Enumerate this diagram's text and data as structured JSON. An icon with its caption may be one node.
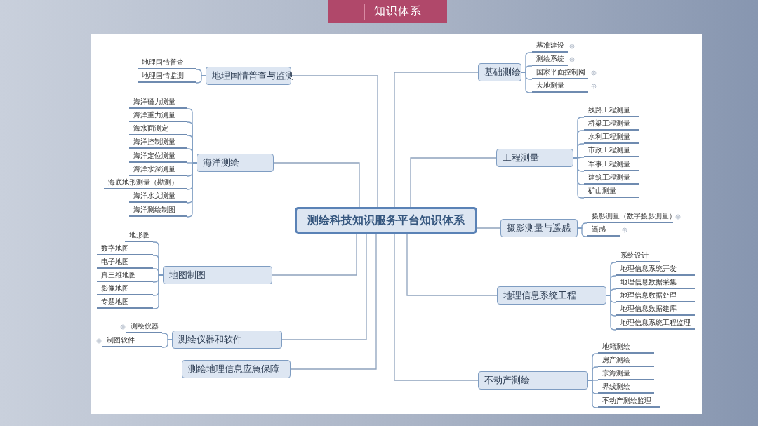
{
  "diagram": {
    "title": "知识体系",
    "nodes": [
      {
        "text": [
          "测绘科技知识服务平台知识体系"
        ]
      },
      {
        "text": [
          "地理国情普查与监测"
        ]
      },
      {
        "text": [
          "地理国情普查"
        ]
      },
      {
        "text": [
          "地理国情监测"
        ]
      },
      {
        "text": [
          "海洋测绘"
        ]
      },
      {
        "text": [
          "海洋磁力测量"
        ]
      },
      {
        "text": [
          "海洋重力测量"
        ]
      },
      {
        "text": [
          "海水面测定"
        ]
      },
      {
        "text": [
          "海洋控制测量"
        ]
      },
      {
        "text": [
          "海洋定位测量"
        ]
      },
      {
        "text": [
          "海洋水深测量"
        ]
      },
      {
        "text": [
          "海底地形测量（勘测）"
        ]
      },
      {
        "text": [
          "海洋水文测量"
        ]
      },
      {
        "text": [
          "海洋测绘制图"
        ]
      },
      {
        "text": [
          "地图制图"
        ]
      },
      {
        "text": [
          "地形图"
        ]
      },
      {
        "text": [
          "数字地图"
        ]
      },
      {
        "text": [
          "电子地图"
        ]
      },
      {
        "text": [
          "真三维地图"
        ]
      },
      {
        "text": [
          "影像地图"
        ]
      },
      {
        "text": [
          "专题地图"
        ]
      },
      {
        "text": [
          "测绘仪器和软件"
        ]
      },
      {
        "text": [
          "测绘仪器"
        ]
      },
      {
        "text": [
          "制图软件"
        ]
      },
      {
        "text": [
          "测绘地理信息应急保障"
        ]
      },
      {
        "text": [
          "基础测绘"
        ]
      },
      {
        "text": [
          "基准建设"
        ]
      },
      {
        "text": [
          "测绘系统"
        ]
      },
      {
        "text": [
          "国家平面控制网"
        ]
      },
      {
        "text": [
          "大地测量"
        ]
      },
      {
        "text": [
          "工程测量"
        ]
      },
      {
        "text": [
          "线路工程测量"
        ]
      },
      {
        "text": [
          "桥梁工程测量"
        ]
      },
      {
        "text": [
          "水利工程测量"
        ]
      },
      {
        "text": [
          "市政工程测量"
        ]
      },
      {
        "text": [
          "军事工程测量"
        ]
      },
      {
        "text": [
          "建筑工程测量"
        ]
      },
      {
        "text": [
          "矿山测量"
        ]
      },
      {
        "text": [
          "摄影测量与遥感"
        ]
      },
      {
        "text": [
          "摄影测量（数字摄影测量）"
        ]
      },
      {
        "text": [
          "遥感"
        ]
      },
      {
        "text": [
          "地理信息系统工程"
        ]
      },
      {
        "text": [
          "系统设计"
        ]
      },
      {
        "text": [
          "地理信息系统开发"
        ]
      },
      {
        "text": [
          "地理信息数据采集"
        ]
      },
      {
        "text": [
          "地理信息数据处理"
        ]
      },
      {
        "text": [
          "地理信息数据建库"
        ]
      },
      {
        "text": [
          "地理信息系统工程监理"
        ]
      },
      {
        "text": [
          "不动产测绘"
        ]
      },
      {
        "text": [
          "地籍测绘"
        ]
      },
      {
        "text": [
          "房产测绘"
        ]
      },
      {
        "text": [
          "宗海测量"
        ]
      },
      {
        "text": [
          "界线测绘"
        ]
      },
      {
        "text": [
          "不动产测绘监理"
        ]
      }
    ],
    "edges": [
      {
        "from": 0,
        "to": 1,
        "arrow": "none"
      },
      {
        "from": 1,
        "to": 2,
        "arrow": "none"
      },
      {
        "from": 1,
        "to": 3,
        "arrow": "none"
      },
      {
        "from": 0,
        "to": 4,
        "arrow": "none"
      },
      {
        "from": 4,
        "to": 5,
        "arrow": "none"
      },
      {
        "from": 4,
        "to": 6,
        "arrow": "none"
      },
      {
        "from": 4,
        "to": 7,
        "arrow": "none"
      },
      {
        "from": 4,
        "to": 8,
        "arrow": "none"
      },
      {
        "from": 4,
        "to": 9,
        "arrow": "none"
      },
      {
        "from": 4,
        "to": 10,
        "arrow": "none"
      },
      {
        "from": 4,
        "to": 11,
        "arrow": "none"
      },
      {
        "from": 4,
        "to": 12,
        "arrow": "none"
      },
      {
        "from": 4,
        "to": 13,
        "arrow": "none"
      },
      {
        "from": 0,
        "to": 14,
        "arrow": "none"
      },
      {
        "from": 14,
        "to": 15,
        "arrow": "none"
      },
      {
        "from": 14,
        "to": 16,
        "arrow": "none"
      },
      {
        "from": 14,
        "to": 17,
        "arrow": "none"
      },
      {
        "from": 14,
        "to": 18,
        "arrow": "none"
      },
      {
        "from": 14,
        "to": 19,
        "arrow": "none"
      },
      {
        "from": 14,
        "to": 20,
        "arrow": "none"
      },
      {
        "from": 0,
        "to": 21,
        "arrow": "none"
      },
      {
        "from": 21,
        "to": 22,
        "arrow": "none"
      },
      {
        "from": 21,
        "to": 23,
        "arrow": "none"
      },
      {
        "from": 0,
        "to": 24,
        "arrow": "none"
      },
      {
        "from": 0,
        "to": 25,
        "arrow": "none"
      },
      {
        "from": 25,
        "to": 26,
        "arrow": "none"
      },
      {
        "from": 25,
        "to": 27,
        "arrow": "none"
      },
      {
        "from": 25,
        "to": 28,
        "arrow": "none"
      },
      {
        "from": 25,
        "to": 29,
        "arrow": "none"
      },
      {
        "from": 0,
        "to": 30,
        "arrow": "none"
      },
      {
        "from": 30,
        "to": 31,
        "arrow": "none"
      },
      {
        "from": 30,
        "to": 32,
        "arrow": "none"
      },
      {
        "from": 30,
        "to": 33,
        "arrow": "none"
      },
      {
        "from": 30,
        "to": 34,
        "arrow": "none"
      },
      {
        "from": 30,
        "to": 35,
        "arrow": "none"
      },
      {
        "from": 30,
        "to": 36,
        "arrow": "none"
      },
      {
        "from": 30,
        "to": 37,
        "arrow": "none"
      },
      {
        "from": 0,
        "to": 38,
        "arrow": "none"
      },
      {
        "from": 38,
        "to": 39,
        "arrow": "none"
      },
      {
        "from": 38,
        "to": 40,
        "arrow": "none"
      },
      {
        "from": 0,
        "to": 41,
        "arrow": "none"
      },
      {
        "from": 41,
        "to": 42,
        "arrow": "none"
      },
      {
        "from": 41,
        "to": 43,
        "arrow": "none"
      },
      {
        "from": 41,
        "to": 44,
        "arrow": "none"
      },
      {
        "from": 41,
        "to": 45,
        "arrow": "none"
      },
      {
        "from": 41,
        "to": 46,
        "arrow": "none"
      },
      {
        "from": 41,
        "to": 47,
        "arrow": "none"
      },
      {
        "from": 0,
        "to": 48,
        "arrow": "none"
      },
      {
        "from": 48,
        "to": 49,
        "arrow": "none"
      },
      {
        "from": 48,
        "to": 50,
        "arrow": "none"
      },
      {
        "from": 48,
        "to": 51,
        "arrow": "none"
      },
      {
        "from": 48,
        "to": 52,
        "arrow": "none"
      },
      {
        "from": 48,
        "to": 53,
        "arrow": "none"
      }
    ]
  }
}
